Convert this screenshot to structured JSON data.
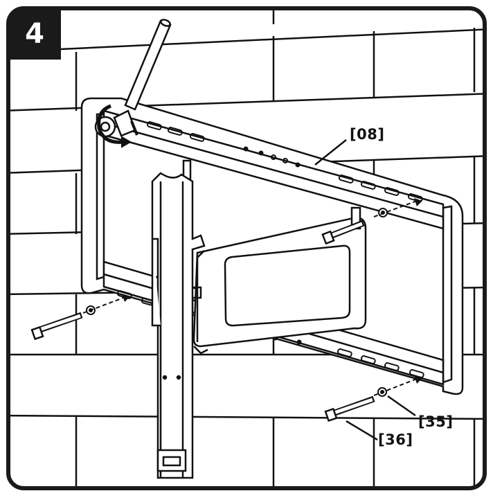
{
  "step": {
    "number": "4"
  },
  "callouts": {
    "bracket": "[08]",
    "washer": "[35]",
    "lag_bolt": "[36]"
  },
  "colors": {
    "frame": "#1a1a1a",
    "line": "#111111",
    "background": "#ffffff"
  },
  "icons": {
    "rotation": "rotation-arrow-icon"
  }
}
